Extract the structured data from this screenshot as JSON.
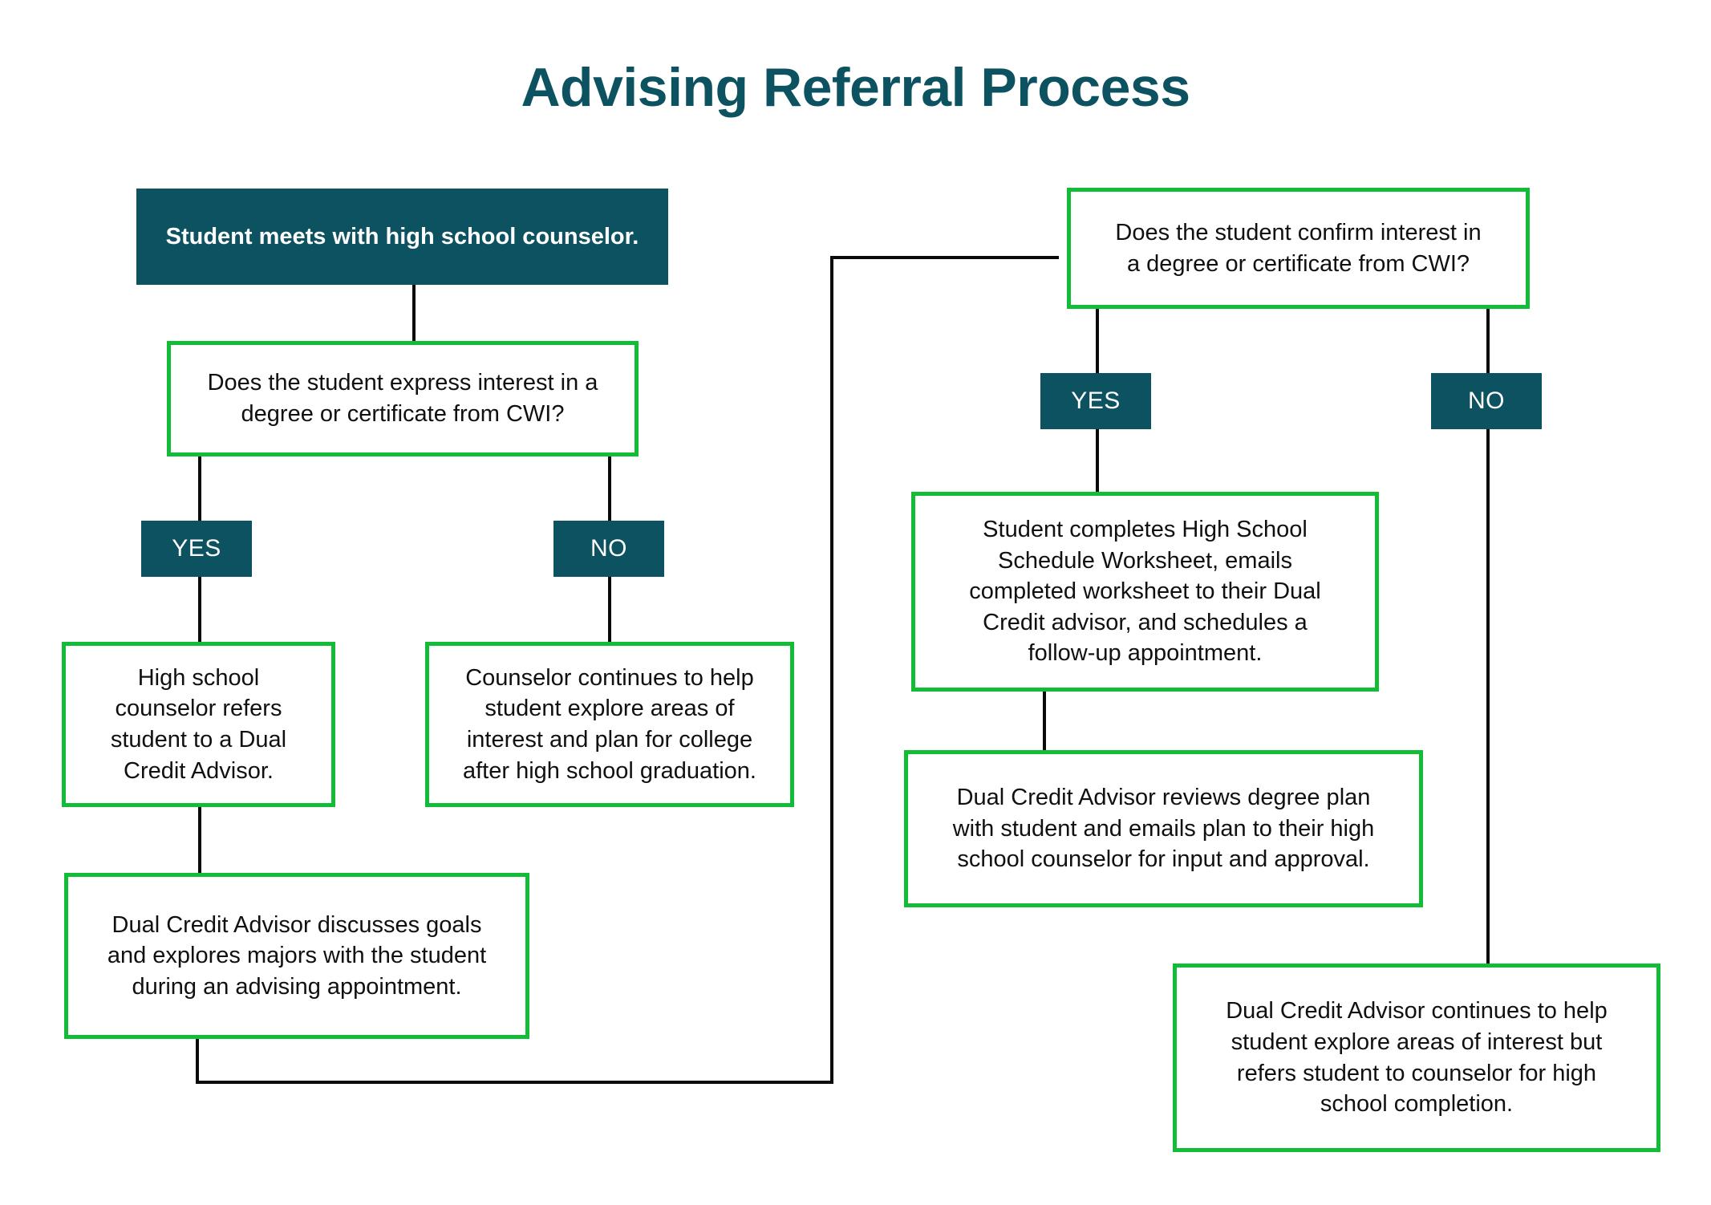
{
  "title": "Advising Referral Process",
  "colors": {
    "teal": "#0d5260",
    "green": "#12bc36",
    "connector": "#0a0a0a",
    "text": "#101010",
    "background": "#ffffff"
  },
  "nodes": {
    "start": "Student meets with high school counselor.",
    "decision_express": "Does the student express interest in a\ndegree or certificate from CWI?",
    "badge_yes_left": "YES",
    "badge_no_left": "NO",
    "refer_to_advisor": "High school\ncounselor refers\nstudent to a Dual\nCredit Advisor.",
    "counselor_explore": "Counselor continues to help\nstudent explore areas of\ninterest and plan for college\nafter high school graduation.",
    "advisor_discusses": "Dual Credit Advisor discusses goals\nand explores majors with the student\nduring an advising appointment.",
    "decision_confirm": "Does the student confirm interest in\na degree or certificate from CWI?",
    "badge_yes_right": "YES",
    "badge_no_right": "NO",
    "student_worksheet": "Student completes High School\nSchedule Worksheet, emails\ncompleted worksheet to their Dual\nCredit advisor, and schedules a\nfollow-up appointment.",
    "advisor_reviews": "Dual Credit Advisor reviews degree plan\nwith student and emails plan to their high\nschool counselor for input and approval.",
    "advisor_refers_back": "Dual Credit Advisor continues to help\nstudent explore areas of interest but\nrefers student to counselor for high\nschool completion."
  }
}
